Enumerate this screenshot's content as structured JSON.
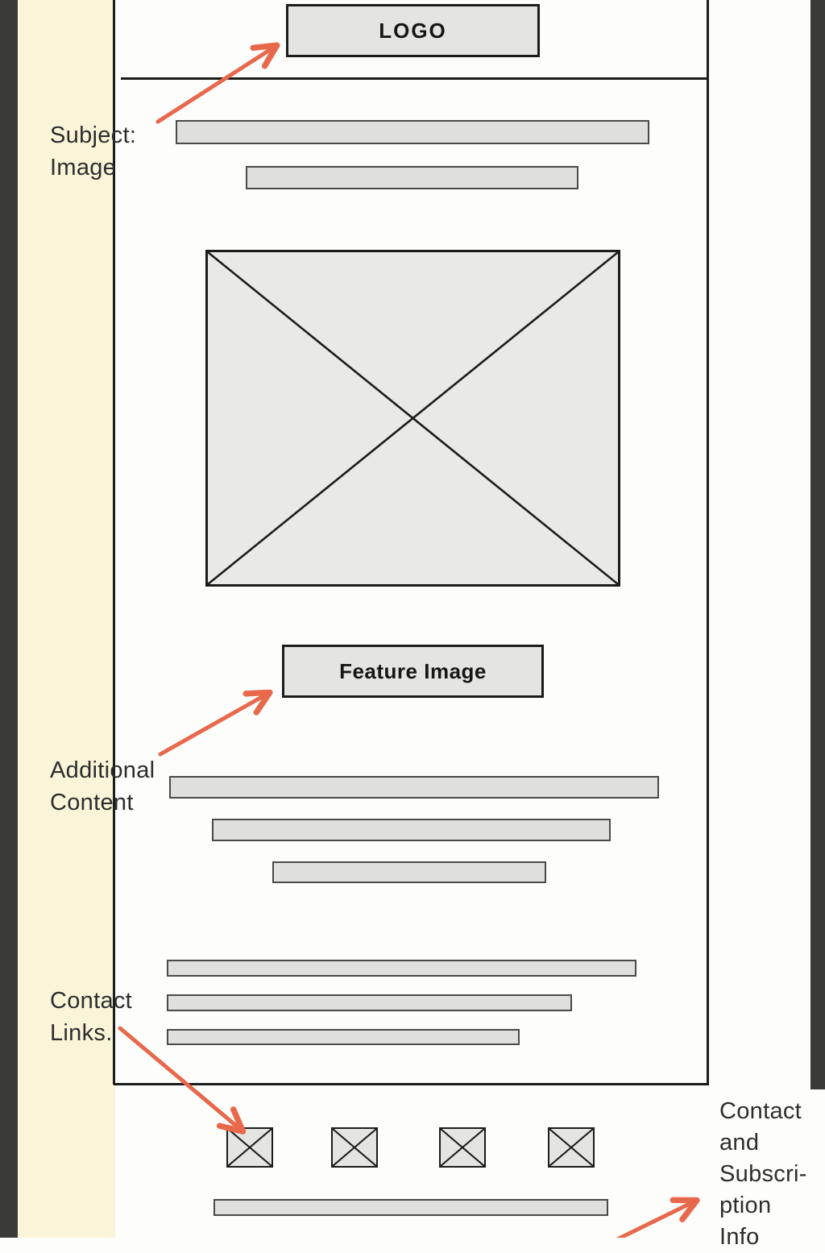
{
  "wireframe": {
    "logo_label": "LOGO",
    "feature_image_label": "Feature Image"
  },
  "annotations": {
    "subject_image": {
      "lines": [
        "Subject:",
        "Image"
      ]
    },
    "additional_content": {
      "lines": [
        "Additional",
        "Content"
      ]
    },
    "contact_links": {
      "lines": [
        "Contact",
        "Links."
      ]
    },
    "contact_subscription": {
      "lines": [
        "Contact",
        "and",
        "Subscri-",
        "ption",
        "Info"
      ]
    }
  },
  "colors": {
    "background_cream": "#FAF5D8",
    "panel_white": "#FDFDFB",
    "edge_bar_dark": "#3A3A38",
    "outline_black": "#1C1C1C",
    "placeholder_fill": "#E4E4E2",
    "arrow_orange": "#E8684C",
    "annotation_text": "#2D2D2D"
  }
}
